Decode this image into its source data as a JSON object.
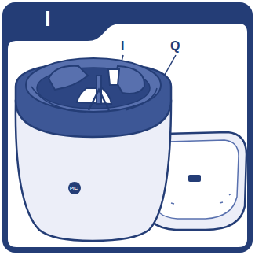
{
  "diagram": {
    "title": "I",
    "labels": [
      "I",
      "Q",
      "PiC"
    ]
  }
}
